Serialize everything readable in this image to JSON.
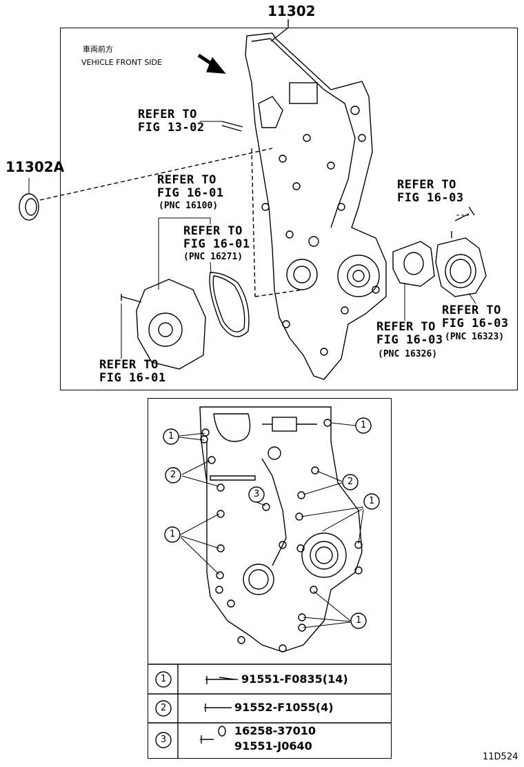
{
  "diagram": {
    "main_part": "11302",
    "seal_part": "11302A",
    "figure_code": "11D524",
    "direction_note_jp": "車両前方",
    "direction_note_en": "VEHICLE FRONT SIDE",
    "refs": {
      "fig1302": [
        "REFER TO",
        "FIG 13-02"
      ],
      "fig1601_pnc16100": [
        "REFER TO",
        "FIG 16-01",
        "(PNC 16100)"
      ],
      "fig1601_pnc16271": [
        "REFER TO",
        "FIG 16-01",
        "(PNC 16271)"
      ],
      "fig1601_bottom": [
        "REFER TO",
        "FIG 16-01"
      ],
      "fig1603_top": [
        "REFER TO",
        "FIG 16-03"
      ],
      "fig1603_pnc16323": [
        "REFER TO",
        "FIG 16-03",
        "(PNC 16323)"
      ],
      "fig1603_pnc16326": [
        "REFER TO",
        "FIG 16-03",
        "(PNC 16326)"
      ]
    },
    "callouts": [
      "1",
      "2",
      "3"
    ],
    "legend": [
      {
        "num": "1",
        "parts": [
          "91551-F0835(14)"
        ]
      },
      {
        "num": "2",
        "parts": [
          "91552-F1055(4)"
        ]
      },
      {
        "num": "3",
        "parts": [
          "16258-37010",
          "91551-J0640"
        ]
      }
    ]
  }
}
